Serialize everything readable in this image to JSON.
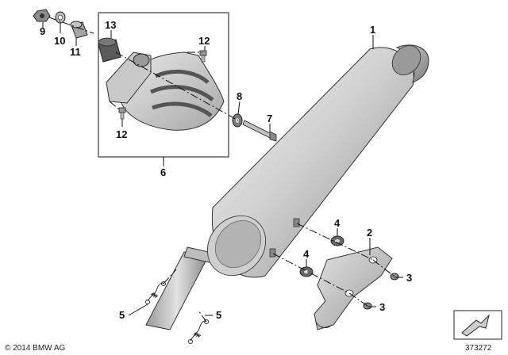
{
  "callouts": {
    "c1": "1",
    "c2": "2",
    "c3a": "3",
    "c3b": "3",
    "c4a": "4",
    "c4b": "4",
    "c5a": "5",
    "c5b": "5",
    "c6": "6",
    "c7": "7",
    "c8": "8",
    "c9": "9",
    "c10": "10",
    "c11": "11",
    "c12a": "12",
    "c12b": "12",
    "c13": "13"
  },
  "copyright": "© 2014 BMW AG",
  "diagram_id": "373272",
  "colors": {
    "part_light": "#e6e6e6",
    "part_mid": "#bdbdbd",
    "part_dark": "#7a7a7a",
    "outline": "#333333"
  }
}
